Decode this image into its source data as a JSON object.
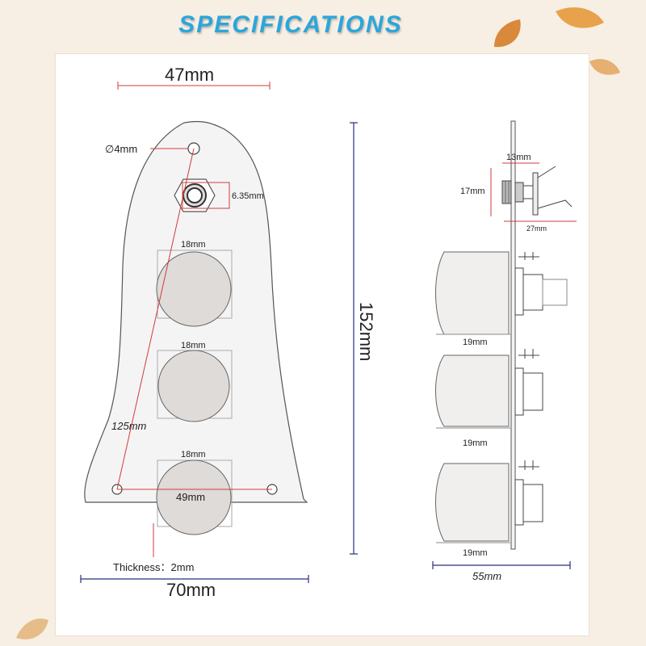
{
  "title": "SPECIFICATIONS",
  "colors": {
    "title": "#2ba6dc",
    "dim_red": "#d23b3b",
    "dim_navy": "#2b2f7a",
    "knob": "#dedbd8",
    "outline": "#555555"
  },
  "front": {
    "top_width": "47mm",
    "hole_diameter": "∅4mm",
    "jack": "6.35mm",
    "knob_width": "18mm",
    "hole_distance": "125mm",
    "hole_spacing": "49mm",
    "thickness": "Thickness：2mm",
    "bottom_width": "70mm",
    "height": "152mm"
  },
  "side": {
    "jack_width": "13mm",
    "jack_height": "17mm",
    "jack_length": "27mm",
    "pot_width": "19mm",
    "total_width": "55mm"
  }
}
